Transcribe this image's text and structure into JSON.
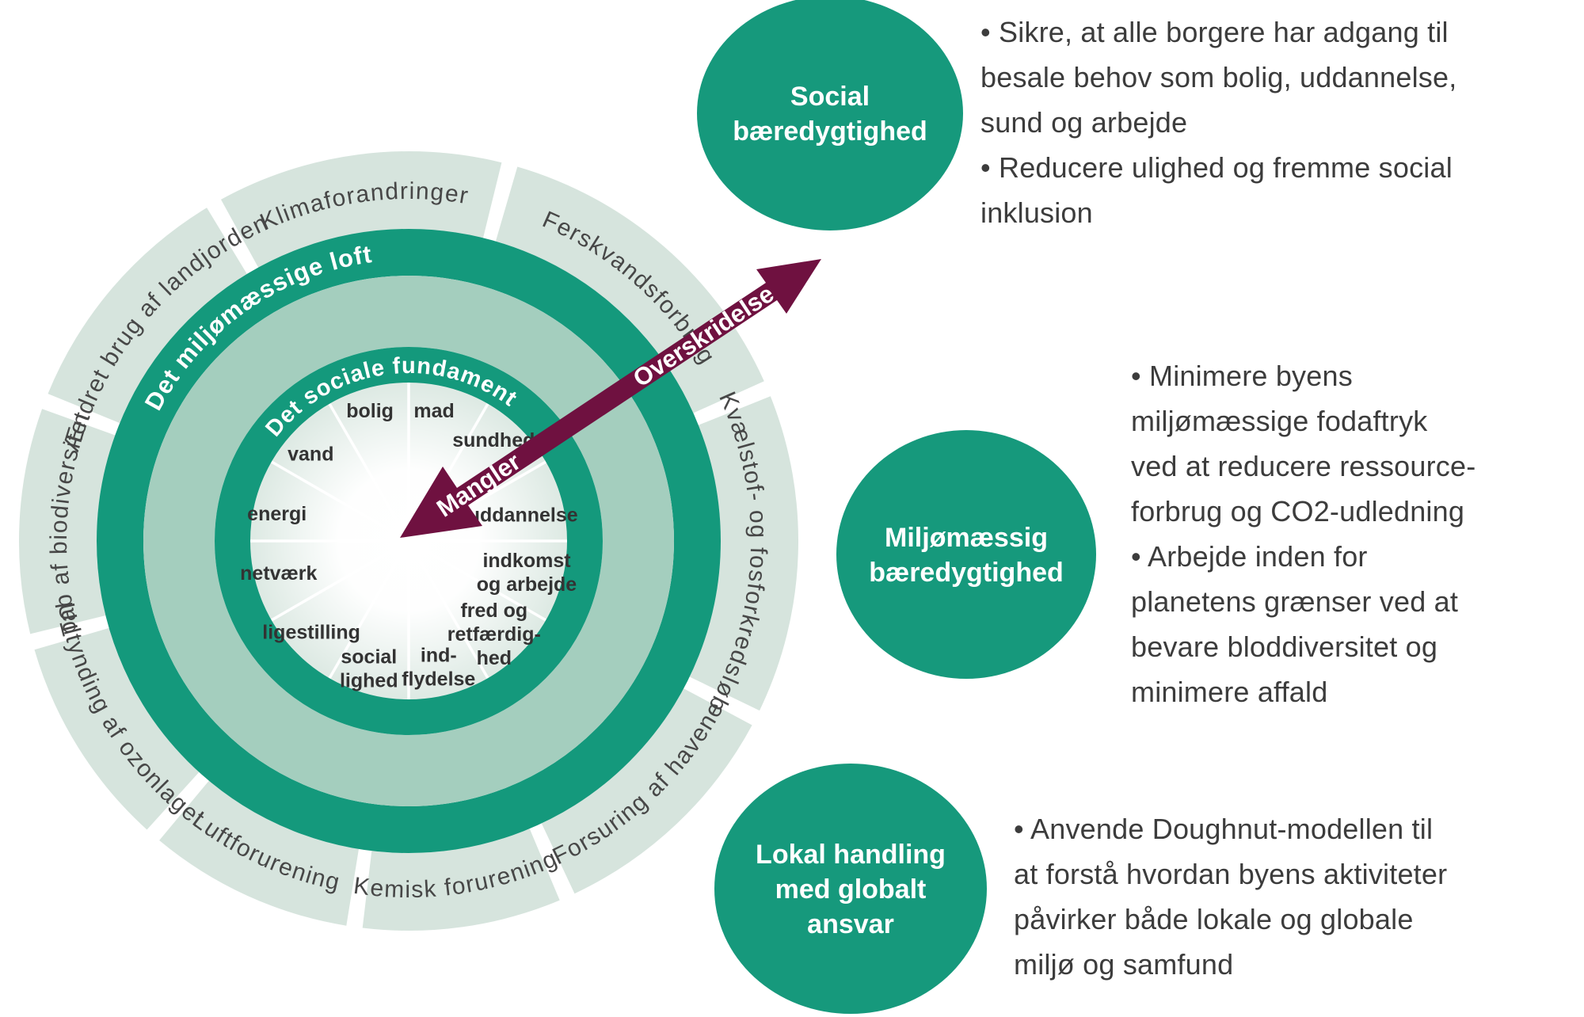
{
  "colors": {
    "ring_dark_green": "#14997C",
    "ring_sage": "#A4CEBE",
    "ring_light": "#D6E4DD",
    "wedge_light": "#DEEAE4",
    "arrow_maroon": "#6F1140",
    "bubble_green": "#16997C",
    "label_dark": "#474747",
    "wedge_text": "#333333",
    "panel_text": "#3C3C3C",
    "white": "#FFFFFF"
  },
  "doughnut": {
    "ceiling_label": "Det miljømæssige loft",
    "foundation_label": "Det sociale fundament",
    "outer_ring_labels": [
      "Klimaforandringer",
      "Ferskvandsforbrug",
      "Kvælstof- og fosforkredsløb",
      "Forsuring af havene",
      "Kemisk forurening",
      "Luftforurening",
      "Udtynding af ozonlaget",
      "Tab af biodiversitet",
      "Ændret brug af landjorden"
    ],
    "inner_segments": [
      {
        "label": "bolig",
        "lines": [
          "bolig"
        ]
      },
      {
        "label": "mad",
        "lines": [
          "mad"
        ]
      },
      {
        "label": "sundhed",
        "lines": [
          "sundhed"
        ]
      },
      {
        "label": "uddannelse",
        "lines": [
          "uddannelse"
        ]
      },
      {
        "label": "indkomst og arbejde",
        "lines": [
          "indkomst",
          "og arbejde"
        ]
      },
      {
        "label": "fred og retfærdighed",
        "lines": [
          "fred og",
          "retfærdig-",
          "hed"
        ]
      },
      {
        "label": "indflydelse",
        "lines": [
          "ind-",
          "flydelse"
        ]
      },
      {
        "label": "social lighed",
        "lines": [
          "social",
          "lighed"
        ]
      },
      {
        "label": "ligestilling",
        "lines": [
          "ligestilling"
        ]
      },
      {
        "label": "netværk",
        "lines": [
          "netværk"
        ]
      },
      {
        "label": "energi",
        "lines": [
          "energi"
        ]
      },
      {
        "label": "vand",
        "lines": [
          "vand"
        ]
      }
    ],
    "arrow": {
      "outward_label": "Overskridelse",
      "inward_label": "Mangler"
    }
  },
  "bubbles": [
    {
      "id": "social",
      "lines": [
        "Social",
        "bæredygtighed"
      ]
    },
    {
      "id": "environment",
      "lines": [
        "Miljømæssig",
        "bæredygtighed"
      ]
    },
    {
      "id": "local",
      "lines": [
        "Lokal handling",
        "med globalt",
        "ansvar"
      ]
    }
  ],
  "panels": [
    {
      "id": "social",
      "lines": [
        "• Sikre, at alle borgere har adgang til",
        "besale behov som bolig, uddannelse,",
        "sund og arbejde",
        "• Reducere ulighed og fremme social",
        "inklusion"
      ]
    },
    {
      "id": "environment",
      "lines": [
        "• Minimere byens",
        "miljømæssige fodaftryk",
        "ved at reducere ressource-",
        "forbrug og CO2-udledning",
        "• Arbejde inden for",
        "planetens grænser ved at",
        "bevare bloddiversitet og",
        "minimere affald"
      ]
    },
    {
      "id": "local",
      "lines": [
        "• Anvende Doughnut-modellen til",
        "at forstå hvordan byens aktiviteter",
        "påvirker både lokale og globale",
        "miljø og samfund"
      ]
    }
  ]
}
